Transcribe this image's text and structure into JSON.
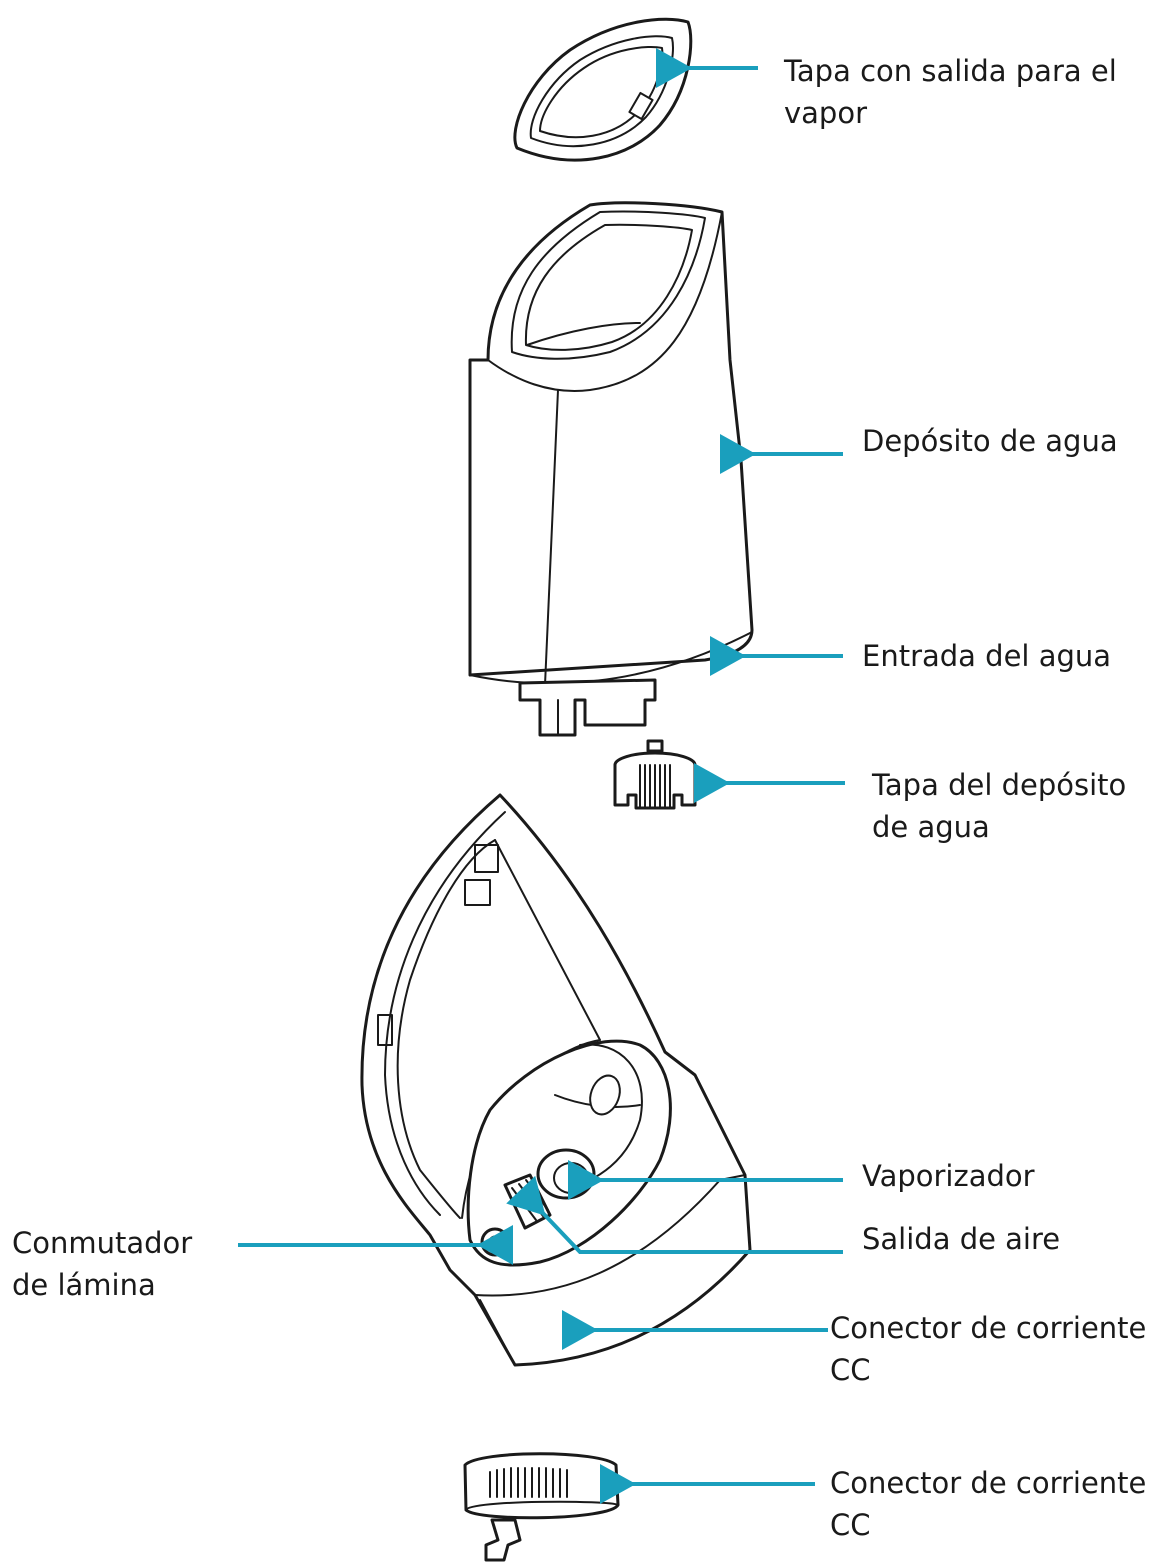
{
  "colors": {
    "arrow": "#1a9fbd",
    "outline": "#1a1a1a",
    "text": "#1a1a1a"
  },
  "labels": {
    "lid": {
      "line1": "Tapa con salida para el",
      "line2": "vapor"
    },
    "tank": {
      "line1": "Depósito de agua"
    },
    "water_inlet": {
      "line1": "Entrada del agua"
    },
    "tank_cap": {
      "line1": "Tapa del depósito",
      "line2": "de agua"
    },
    "vaporizer": {
      "line1": "Vaporizador"
    },
    "air_outlet": {
      "line1": "Salida de aire"
    },
    "reed_switch": {
      "line1": "Conmutador",
      "line2": "de lámina"
    },
    "dc_jack": {
      "line1": "Conector de corriente",
      "line2": "CC"
    },
    "adapter": {
      "line1": "Conector de corriente",
      "line2": "CC"
    }
  }
}
